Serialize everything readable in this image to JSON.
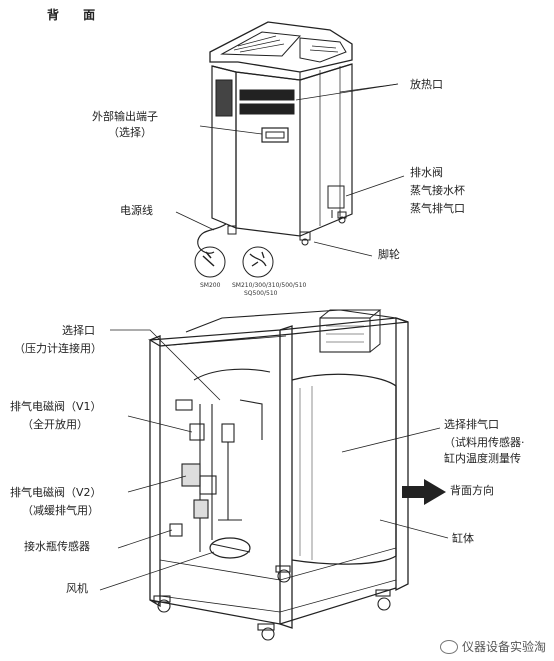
{
  "section_title": "背 面",
  "top": {
    "labels": {
      "heat_vent": "放热口",
      "ext_output_1": "外部输出端子",
      "ext_output_2": "（选择）",
      "power_cord": "电源线",
      "drain_1": "排水阀",
      "drain_2": "蒸气接水杯",
      "drain_3": "蒸气排气口",
      "caster": "脚轮",
      "plug_a": "SM200",
      "plug_b_1": "SM210/300/310/500/510",
      "plug_b_2": "SQ500/510"
    }
  },
  "bottom": {
    "labels": {
      "sel_port_1": "选择口",
      "sel_port_2": "（压力计连接用）",
      "v1_1": "排气电磁阀（V1）",
      "v1_2": "（全开放用）",
      "v2_1": "排气电磁阀（V2）",
      "v2_2": "（减缓排气用）",
      "water_sensor": "接水瓶传感器",
      "fan": "风机",
      "sel_exhaust_1": "选择排气口",
      "sel_exhaust_2": "（试料用传感器·",
      "sel_exhaust_3": "缸内温度测量传",
      "rear_direction": "背面方向",
      "tank": "缸体"
    }
  },
  "watermark": "仪器设备实验淘"
}
